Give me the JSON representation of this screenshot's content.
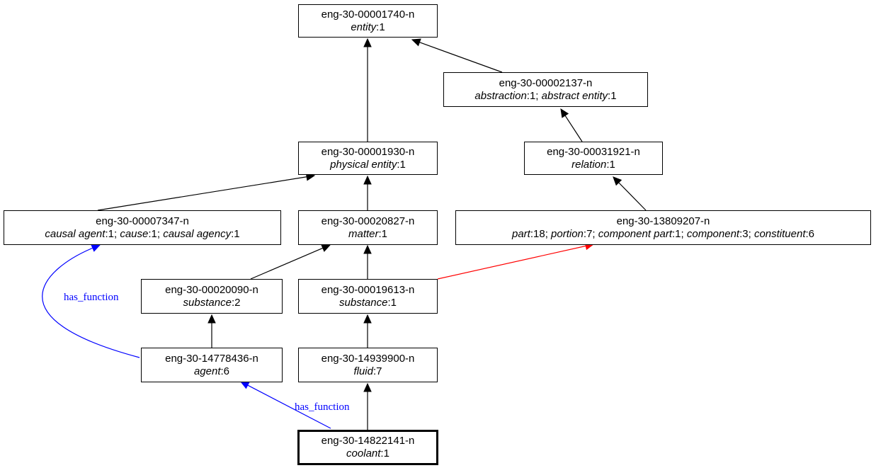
{
  "nodes": [
    {
      "key": "n00001740",
      "id": "eng-30-00001740-n",
      "terms": [
        {
          "w": "entity",
          "n": "1"
        }
      ]
    },
    {
      "key": "n00002137",
      "id": "eng-30-00002137-n",
      "terms": [
        {
          "w": "abstraction",
          "n": "1"
        },
        {
          "w": "abstract entity",
          "n": "1"
        }
      ]
    },
    {
      "key": "n00001930",
      "id": "eng-30-00001930-n",
      "terms": [
        {
          "w": "physical entity",
          "n": "1"
        }
      ]
    },
    {
      "key": "n00031921",
      "id": "eng-30-00031921-n",
      "terms": [
        {
          "w": "relation",
          "n": "1"
        }
      ]
    },
    {
      "key": "n00007347",
      "id": "eng-30-00007347-n",
      "terms": [
        {
          "w": "causal agent",
          "n": "1"
        },
        {
          "w": "cause",
          "n": "1"
        },
        {
          "w": "causal agency",
          "n": "1"
        }
      ]
    },
    {
      "key": "n00020827",
      "id": "eng-30-00020827-n",
      "terms": [
        {
          "w": "matter",
          "n": "1"
        }
      ]
    },
    {
      "key": "n13809207",
      "id": "eng-30-13809207-n",
      "terms": [
        {
          "w": "part",
          "n": "18"
        },
        {
          "w": "portion",
          "n": "7"
        },
        {
          "w": "component part",
          "n": "1"
        },
        {
          "w": "component",
          "n": "3"
        },
        {
          "w": "constituent",
          "n": "6"
        }
      ]
    },
    {
      "key": "n00020090",
      "id": "eng-30-00020090-n",
      "terms": [
        {
          "w": "substance",
          "n": "2"
        }
      ]
    },
    {
      "key": "n00019613",
      "id": "eng-30-00019613-n",
      "terms": [
        {
          "w": "substance",
          "n": "1"
        }
      ]
    },
    {
      "key": "n14778436",
      "id": "eng-30-14778436-n",
      "terms": [
        {
          "w": "agent",
          "n": "6"
        }
      ]
    },
    {
      "key": "n14939900",
      "id": "eng-30-14939900-n",
      "terms": [
        {
          "w": "fluid",
          "n": "7"
        }
      ]
    },
    {
      "key": "n14822141",
      "id": "eng-30-14822141-n",
      "terms": [
        {
          "w": "coolant",
          "n": "1"
        }
      ],
      "focus": true
    }
  ],
  "edges": [
    {
      "from": "n00002137",
      "to": "n00001740",
      "color": "#000000"
    },
    {
      "from": "n00001930",
      "to": "n00001740",
      "color": "#000000"
    },
    {
      "from": "n00031921",
      "to": "n00002137",
      "color": "#000000"
    },
    {
      "from": "n00007347",
      "to": "n00001930",
      "color": "#000000"
    },
    {
      "from": "n00020827",
      "to": "n00001930",
      "color": "#000000"
    },
    {
      "from": "n13809207",
      "to": "n00031921",
      "color": "#000000"
    },
    {
      "from": "n00020090",
      "to": "n00020827",
      "color": "#000000"
    },
    {
      "from": "n00019613",
      "to": "n00020827",
      "color": "#000000"
    },
    {
      "from": "n00019613",
      "to": "n13809207",
      "color": "#ff0000"
    },
    {
      "from": "n14778436",
      "to": "n00020090",
      "color": "#000000"
    },
    {
      "from": "n14778436",
      "to": "n00007347",
      "color": "#0000ff",
      "label": "has_function"
    },
    {
      "from": "n14939900",
      "to": "n00019613",
      "color": "#000000"
    },
    {
      "from": "n14822141",
      "to": "n14939900",
      "color": "#000000"
    },
    {
      "from": "n14822141",
      "to": "n14778436",
      "color": "#0000ff",
      "label": "has_function"
    }
  ]
}
